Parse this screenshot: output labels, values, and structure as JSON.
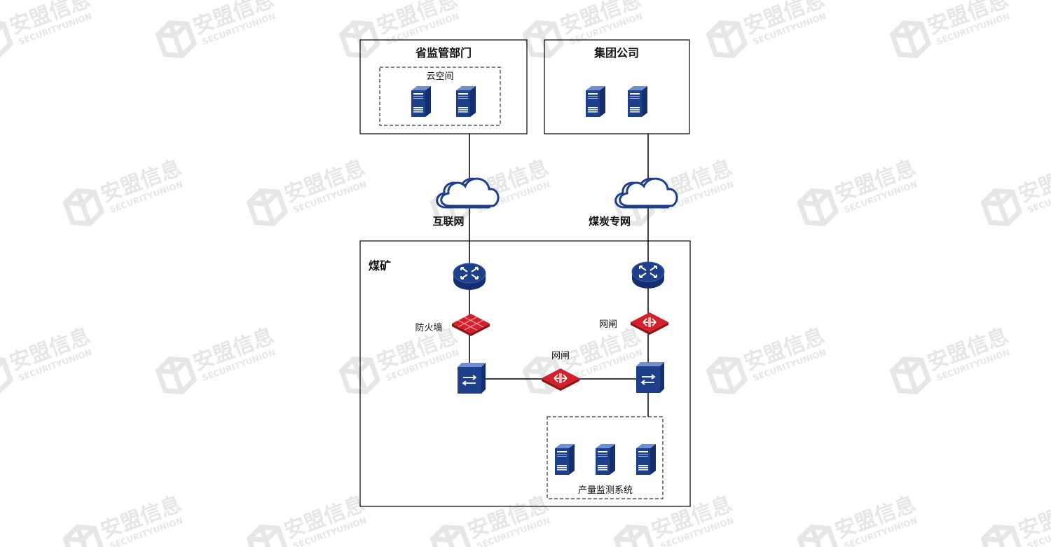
{
  "watermark": {
    "brand": "安盟信息",
    "sub": "SECURITYUNION"
  },
  "diagram": {
    "province": {
      "title": "省监管部门",
      "cloud_space": "云空间"
    },
    "group": {
      "title": "集团公司"
    },
    "networks": {
      "internet": "互联网",
      "coal_net": "煤炭专网"
    },
    "mine": {
      "title": "煤矿",
      "firewall": "防火墙",
      "gateway_right": "网闸",
      "gateway_mid": "网闸",
      "monitor_system": "产量监测系统"
    }
  },
  "colors": {
    "blue": "#1e3f8a",
    "red": "#d4202a",
    "line": "#000000",
    "watermark": "#e6e6e6"
  }
}
